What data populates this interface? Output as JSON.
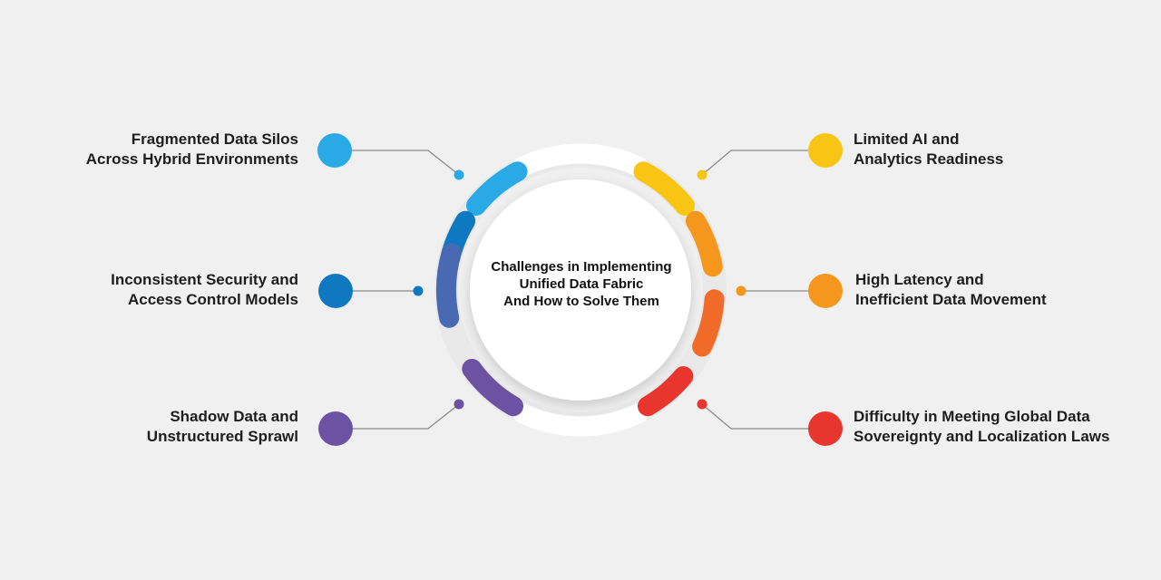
{
  "center": {
    "lines": [
      "Challenges in Implementing",
      "Unified Data Fabric",
      "And How to Solve Them"
    ]
  },
  "challenges": [
    {
      "lines": [
        "Fragmented Data Silos",
        "Across Hybrid Environments"
      ],
      "color": "#29a9e6"
    },
    {
      "lines": [
        "Inconsistent Security and",
        "Access Control Models"
      ],
      "color": "#0e78c0"
    },
    {
      "lines": [
        "Shadow Data and",
        "Unstructured Sprawl"
      ],
      "color": "#6c52a3"
    },
    {
      "lines": [
        "Limited AI and",
        "Analytics Readiness"
      ],
      "color": "#f9c515"
    },
    {
      "lines": [
        "High Latency and",
        "Inefficient Data Movement"
      ],
      "color": "#f5961d"
    },
    {
      "lines": [
        "Difficulty in Meeting Global Data",
        "Sovereignty and Localization Laws"
      ],
      "color": "#e8362f"
    }
  ],
  "ring_segment_colors": [
    "#29a9e6",
    "#0e78c0",
    "#4a69b3",
    "#6c52a3",
    "#f9c515",
    "#f5961d",
    "#f06a28",
    "#e8362f"
  ]
}
